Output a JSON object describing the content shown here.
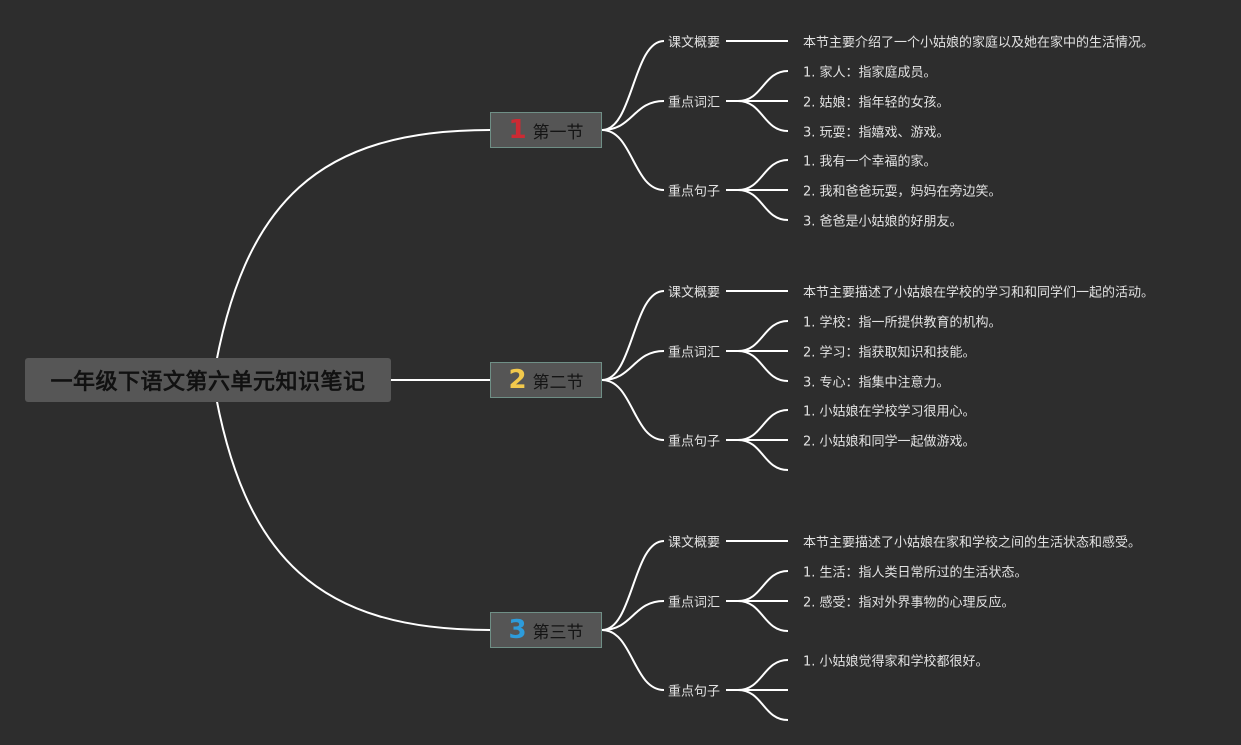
{
  "title": "一年级下语文第六单元知识笔记",
  "colors": {
    "background": "#2d2d2d",
    "line": "#ffffff",
    "root_box": "#565656",
    "section_box": "#555555",
    "section_border": "#6f8f86",
    "num_1": "#cc2a33",
    "num_2": "#f2c94c",
    "num_3": "#2d9cdb"
  },
  "sections": [
    {
      "number": "1",
      "label": "第一节",
      "branches": [
        {
          "label": "课文概要",
          "items": [
            "本节主要介绍了一个小姑娘的家庭以及她在家中的生活情况。"
          ]
        },
        {
          "label": "重点词汇",
          "items": [
            "1. 家人：指家庭成员。",
            "2. 姑娘：指年轻的女孩。",
            "3. 玩耍：指嬉戏、游戏。"
          ]
        },
        {
          "label": "重点句子",
          "items": [
            "1. 我有一个幸福的家。",
            "2. 我和爸爸玩耍，妈妈在旁边笑。",
            "3. 爸爸是小姑娘的好朋友。"
          ]
        }
      ]
    },
    {
      "number": "2",
      "label": "第二节",
      "branches": [
        {
          "label": "课文概要",
          "items": [
            "本节主要描述了小姑娘在学校的学习和和同学们一起的活动。"
          ]
        },
        {
          "label": "重点词汇",
          "items": [
            "1. 学校：指一所提供教育的机构。",
            "2. 学习：指获取知识和技能。",
            "3. 专心：指集中注意力。"
          ]
        },
        {
          "label": "重点句子",
          "items": [
            "1. 小姑娘在学校学习很用心。",
            "2. 小姑娘和同学一起做游戏。",
            ""
          ]
        }
      ]
    },
    {
      "number": "3",
      "label": "第三节",
      "branches": [
        {
          "label": "课文概要",
          "items": [
            "本节主要描述了小姑娘在家和学校之间的生活状态和感受。"
          ]
        },
        {
          "label": "重点词汇",
          "items": [
            "1. 生活：指人类日常所过的生活状态。",
            "2. 感受：指对外界事物的心理反应。",
            ""
          ]
        },
        {
          "label": "重点句子",
          "items": [
            "1. 小姑娘觉得家和学校都很好。",
            "",
            ""
          ]
        }
      ]
    }
  ]
}
